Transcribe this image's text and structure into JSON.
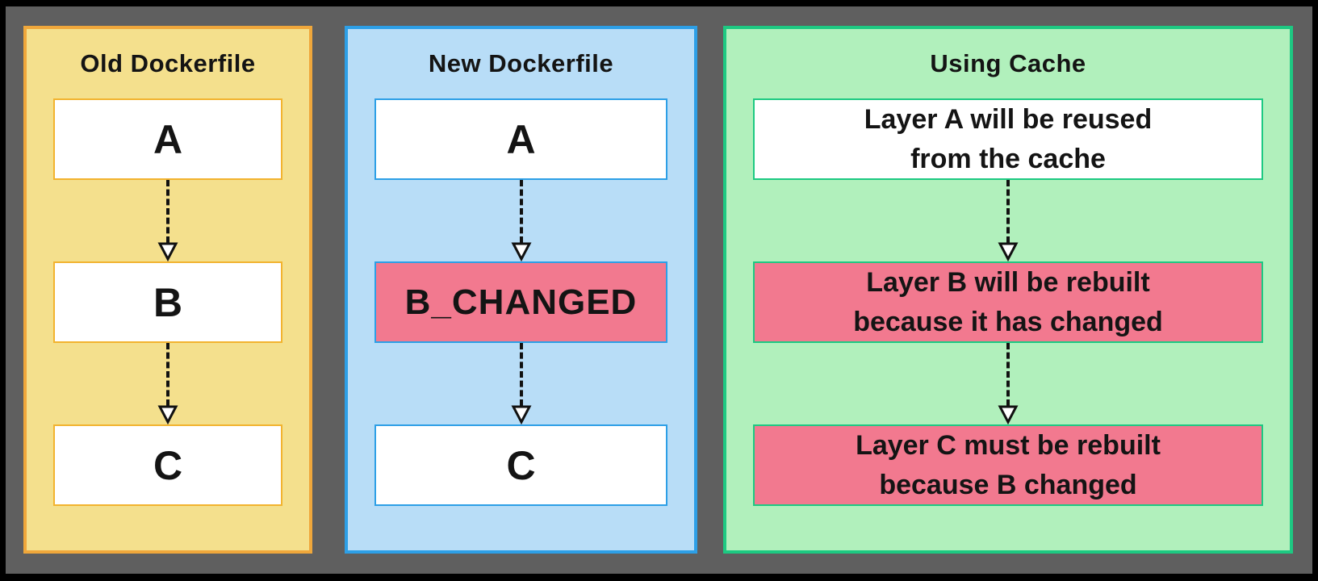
{
  "background": {
    "frame": "#000000",
    "canvas": "#5f5f5f",
    "text": "#141414"
  },
  "panels": [
    {
      "title": "Old Dockerfile",
      "colors": {
        "bg": "#F4E08D",
        "border": "#EFA73B",
        "box_border": "#F2B32F"
      },
      "nodes": [
        {
          "lines": [
            "A"
          ],
          "fill": "#ffffff"
        },
        {
          "lines": [
            "B"
          ],
          "fill": "#ffffff"
        },
        {
          "lines": [
            "C"
          ],
          "fill": "#ffffff"
        }
      ]
    },
    {
      "title": "New Dockerfile",
      "colors": {
        "bg": "#B8DDF7",
        "border": "#2D9FE6",
        "box_border": "#2D9FE6"
      },
      "nodes": [
        {
          "lines": [
            "A"
          ],
          "fill": "#ffffff"
        },
        {
          "lines": [
            "B_CHANGED"
          ],
          "fill": "#F2798F"
        },
        {
          "lines": [
            "C"
          ],
          "fill": "#ffffff"
        }
      ]
    },
    {
      "title": "Using Cache",
      "colors": {
        "bg": "#B1F0BC",
        "border": "#1DC982",
        "box_border": "#1DC982"
      },
      "nodes": [
        {
          "lines": [
            "Layer A will be reused",
            "from the cache"
          ],
          "fill": "#ffffff"
        },
        {
          "lines": [
            "Layer B will be rebuilt",
            "because it has changed"
          ],
          "fill": "#F2798F"
        },
        {
          "lines": [
            "Layer C must be rebuilt",
            "because B changed"
          ],
          "fill": "#F2798F"
        }
      ]
    }
  ]
}
